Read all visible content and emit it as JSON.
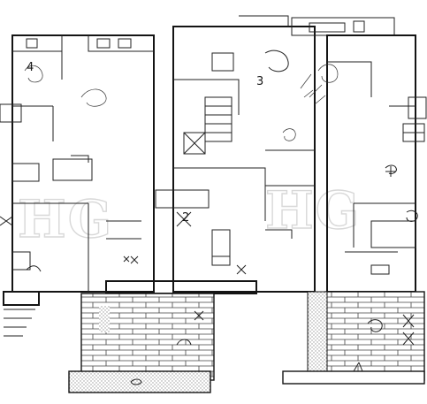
{
  "diagram": {
    "watermark": "HG",
    "handwritten_marks": [
      "4",
      "3",
      "2"
    ],
    "colors": {
      "line": "#141414",
      "watermark": "#d8d8d8",
      "hatch": "#9a9a9a",
      "background": "#ffffff"
    }
  }
}
